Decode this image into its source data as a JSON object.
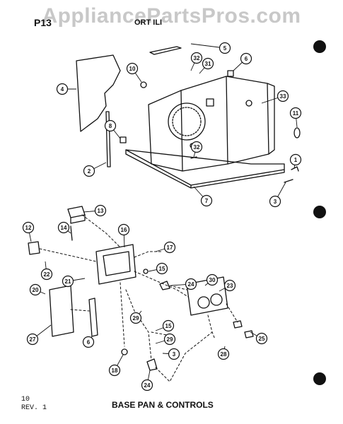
{
  "watermark": "AppliancePartsPros.com",
  "header": {
    "left": "P13",
    "mid": "ORT ILI"
  },
  "footer": {
    "page": "10",
    "rev": "REV. 1",
    "title": "BASE PAN & CONTROLS"
  },
  "callouts": [
    {
      "n": "5"
    },
    {
      "n": "6"
    },
    {
      "n": "32"
    },
    {
      "n": "31"
    },
    {
      "n": "10"
    },
    {
      "n": "4"
    },
    {
      "n": "33"
    },
    {
      "n": "11"
    },
    {
      "n": "8"
    },
    {
      "n": "32"
    },
    {
      "n": "1"
    },
    {
      "n": "2"
    },
    {
      "n": "7"
    },
    {
      "n": "3"
    },
    {
      "n": "13"
    },
    {
      "n": "12"
    },
    {
      "n": "14"
    },
    {
      "n": "16"
    },
    {
      "n": "17"
    },
    {
      "n": "22"
    },
    {
      "n": "21"
    },
    {
      "n": "15"
    },
    {
      "n": "24"
    },
    {
      "n": "30"
    },
    {
      "n": "23"
    },
    {
      "n": "20"
    },
    {
      "n": "27"
    },
    {
      "n": "29"
    },
    {
      "n": "15"
    },
    {
      "n": "29"
    },
    {
      "n": "6"
    },
    {
      "n": "3"
    },
    {
      "n": "25"
    },
    {
      "n": "28"
    },
    {
      "n": "18"
    },
    {
      "n": "24"
    }
  ]
}
